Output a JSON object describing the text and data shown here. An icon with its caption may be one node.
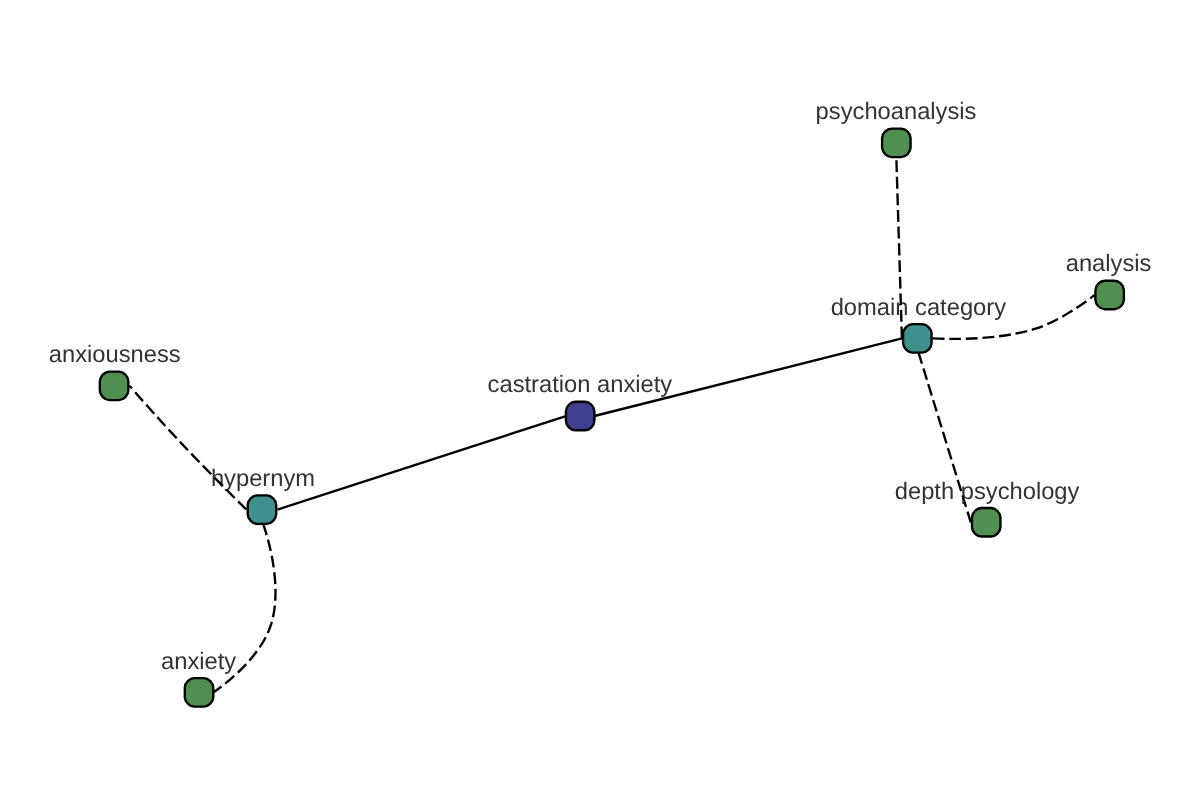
{
  "diagram": {
    "nodes": [
      {
        "text": [],
        "shape": "circle",
        "beside": [
          "anxiousness"
        ]
      },
      {
        "text": [],
        "shape": "circle",
        "beside": [
          "hypernym"
        ]
      },
      {
        "text": [],
        "shape": "circle",
        "beside": [
          "anxiety"
        ]
      },
      {
        "text": [],
        "shape": "circle",
        "beside": [
          "castration anxiety"
        ]
      },
      {
        "text": [],
        "shape": "circle",
        "beside": [
          "psychoanalysis"
        ]
      },
      {
        "text": [],
        "shape": "circle",
        "beside": [
          "domain category"
        ]
      },
      {
        "text": [],
        "shape": "circle",
        "beside": [
          "depth psychology"
        ]
      },
      {
        "text": [],
        "shape": "circle",
        "beside": [
          "analysis"
        ]
      }
    ],
    "edges": [
      {
        "from": 3,
        "to": 1,
        "arrow": "none"
      },
      {
        "from": 3,
        "to": 5,
        "arrow": "none"
      },
      {
        "from": 1,
        "to": 0,
        "arrow": "none",
        "style": "dashed"
      },
      {
        "from": 1,
        "to": 2,
        "arrow": "none",
        "style": "dashed"
      },
      {
        "from": 5,
        "to": 4,
        "arrow": "none",
        "style": "dashed"
      },
      {
        "from": 5,
        "to": 6,
        "arrow": "none",
        "style": "dashed"
      },
      {
        "from": 5,
        "to": 7,
        "arrow": "none",
        "style": "dashed"
      }
    ]
  }
}
